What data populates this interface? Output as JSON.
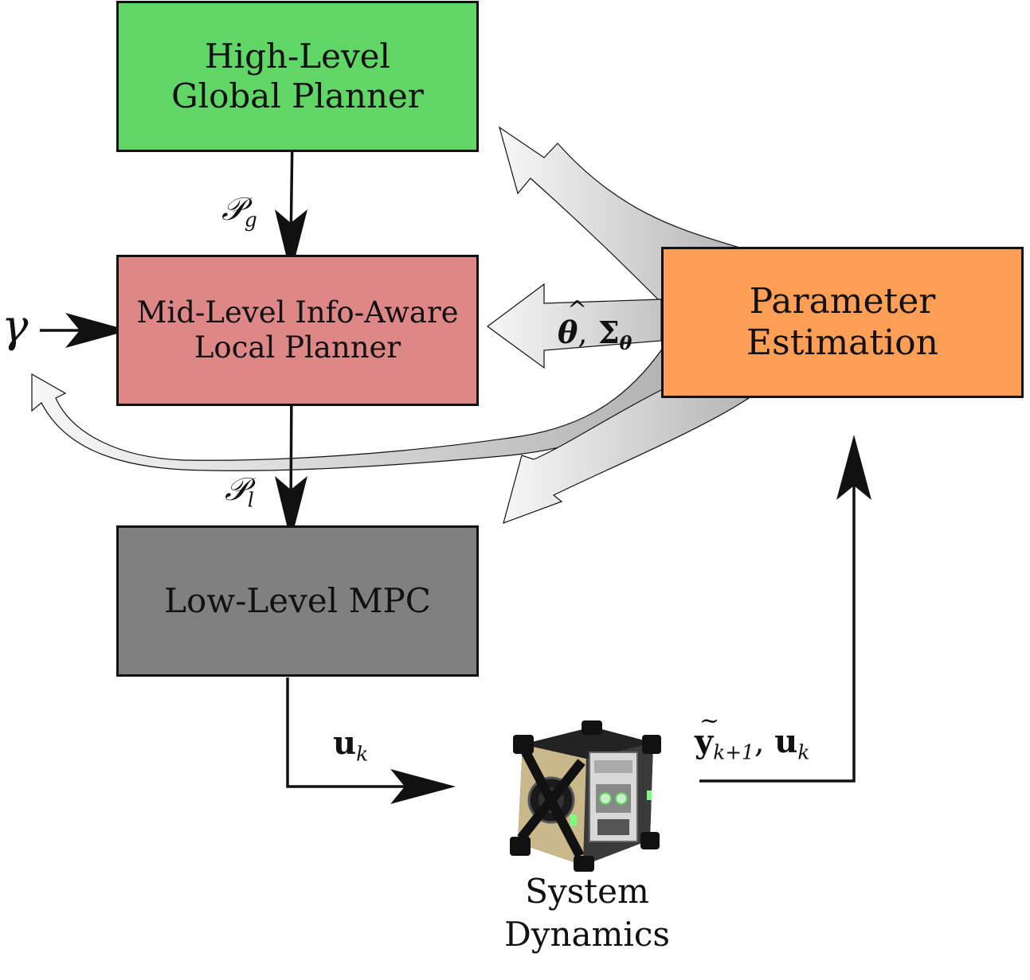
{
  "blocks": {
    "high_level": {
      "line1": "High-Level",
      "line2": "Global Planner",
      "color": "#5fd665"
    },
    "mid_level": {
      "line1": "Mid-Level Info-Aware",
      "line2": "Local Planner",
      "color": "#dd8787"
    },
    "low_level": {
      "line1": "Low-Level MPC",
      "color": "#808080"
    },
    "parameter_estimation": {
      "line1": "Parameter",
      "line2": "Estimation",
      "color": "#ff9f55"
    }
  },
  "signals": {
    "global_path": {
      "symbol": "𝒫",
      "sub": "g"
    },
    "local_path": {
      "symbol": "𝒫",
      "sub": "l"
    },
    "gamma": "γ",
    "estimates": {
      "theta": "θ",
      "comma": ",",
      "sigma": "Σ",
      "sigma_sub": "θ"
    },
    "control": {
      "symbol": "u",
      "sub": "k"
    },
    "measurement": {
      "y": "y",
      "y_sub": "k+1",
      "comma": ",",
      "u": "u",
      "u_sub": "k"
    }
  },
  "system": {
    "line1": "System",
    "line2": "Dynamics"
  },
  "colors": {
    "wire": "#111111",
    "feedback_arrow_light": "#f7f7f7",
    "feedback_arrow_dark": "#b5b5b5"
  }
}
